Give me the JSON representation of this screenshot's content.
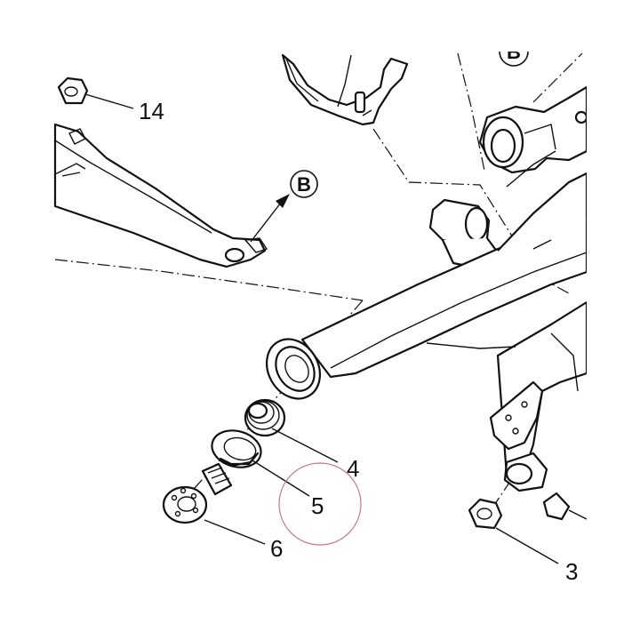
{
  "callouts": {
    "p3": "3",
    "p4": "4",
    "p5": "5",
    "p6": "6",
    "p14": "14"
  },
  "refs": {
    "b_main": "B",
    "b_partial": "B"
  },
  "colors": {
    "ink": "#111111",
    "highlight_circle": "#c9787f"
  }
}
